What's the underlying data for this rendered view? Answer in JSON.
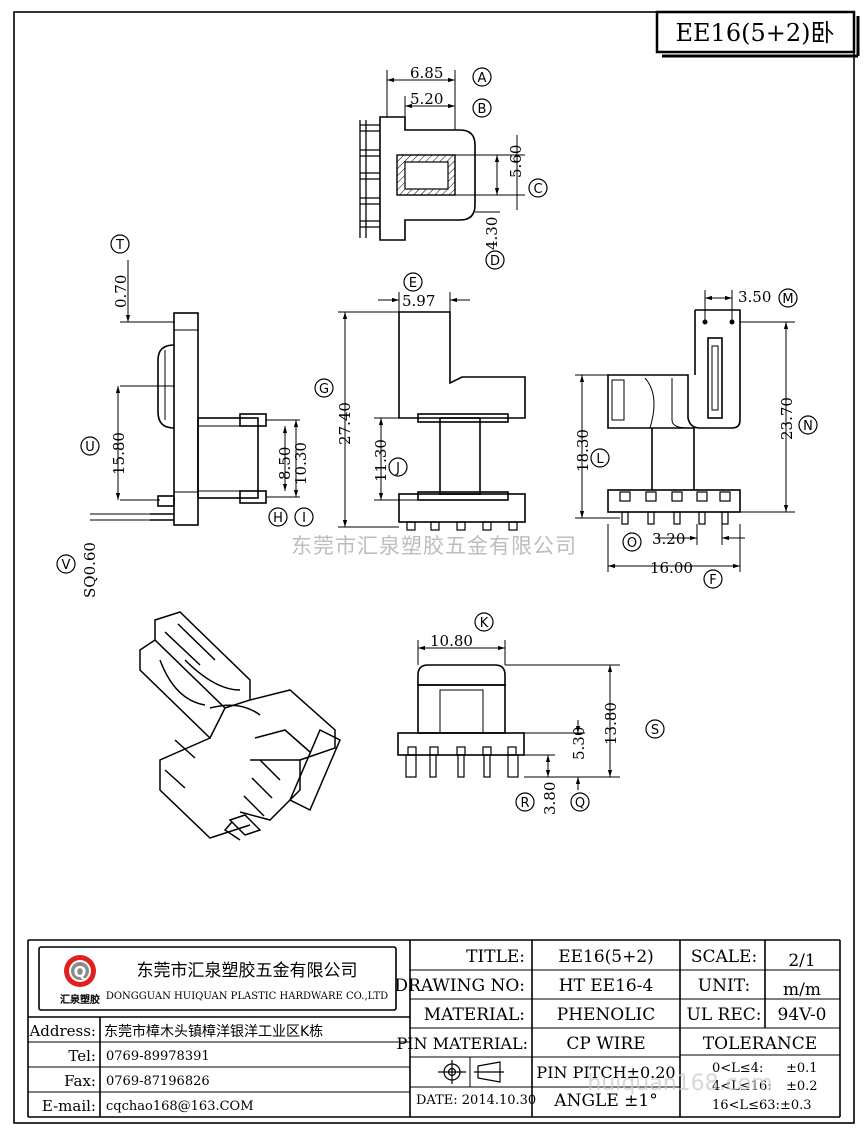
{
  "header": {
    "title": "EE16(5+2)卧"
  },
  "dimensions": {
    "top_view": {
      "d685": "6.85",
      "d520": "5.20",
      "d560": "5.60",
      "d430": "4.30"
    },
    "side_view": {
      "d070": "0.70",
      "d1580": "15.80",
      "d850": "8.50",
      "d1030": "10.30",
      "dsq060": "SQ0.60"
    },
    "front_view": {
      "d597": "5.97",
      "d2740": "27.40",
      "d1130": "11.30"
    },
    "right_view": {
      "d350": "3.50",
      "d2370": "23.70",
      "d1830": "18.30",
      "d320": "3.20",
      "d1600": "16.00"
    },
    "bottom_view": {
      "d1080": "10.80",
      "d1380": "13.80",
      "d530": "5.30",
      "d380": "3.80"
    }
  },
  "markers": {
    "A": "A",
    "B": "B",
    "C": "C",
    "D": "D",
    "E": "E",
    "F": "F",
    "G": "G",
    "H": "H",
    "I": "I",
    "J": "J",
    "K": "K",
    "L": "L",
    "M": "M",
    "N": "N",
    "O": "O",
    "Q": "Q",
    "R": "R",
    "S": "S",
    "T": "T",
    "U": "U",
    "V": "V"
  },
  "watermark_center": "东莞市汇泉塑胶五金有限公司",
  "watermark_corner": "huiquan168.com",
  "company": {
    "logo_letter": "Q",
    "logo_caption": "汇泉塑胶",
    "name_cn": "东莞市汇泉塑胶五金有限公司",
    "name_en": "DONGGUAN HUIQUAN PLASTIC HARDWARE CO.,LTD"
  },
  "contact": {
    "address_label": "Address:",
    "address_value": "东莞市樟木头镇樟洋银洋工业区K栋",
    "tel_label": "Tel:",
    "tel_value": "0769-89978391",
    "fax_label": "Fax:",
    "fax_value": "0769-87196826",
    "email_label": "E-mail:",
    "email_value": "cqchao168@163.COM"
  },
  "spec": {
    "title_label": "TITLE:",
    "title_value": "EE16(5+2)",
    "drawing_label": "DRAWING NO:",
    "drawing_value": "HT EE16-4",
    "material_label": "MATERIAL:",
    "material_value": "PHENOLIC",
    "pin_material_label": "PIN MATERIAL:",
    "pin_material_value": "CP WIRE",
    "pin_pitch": "PIN PITCH±0.20",
    "angle": "ANGLE  ±1°",
    "date": "DATE: 2014.10.30",
    "scale_label": "SCALE:",
    "scale_value": "2/1",
    "unit_label": "UNIT:",
    "unit_value": "m/m",
    "ul_label": "UL REC:",
    "ul_value": "94V-0",
    "tolerance_label": "TOLERANCE",
    "tol1_range": "0<L≤4:",
    "tol1_value": "±0.1",
    "tol2_range": "4<L≤16:",
    "tol2_value": "±0.2",
    "tol3_range": "16<L≤63:",
    "tol3_value": "±0.3"
  }
}
